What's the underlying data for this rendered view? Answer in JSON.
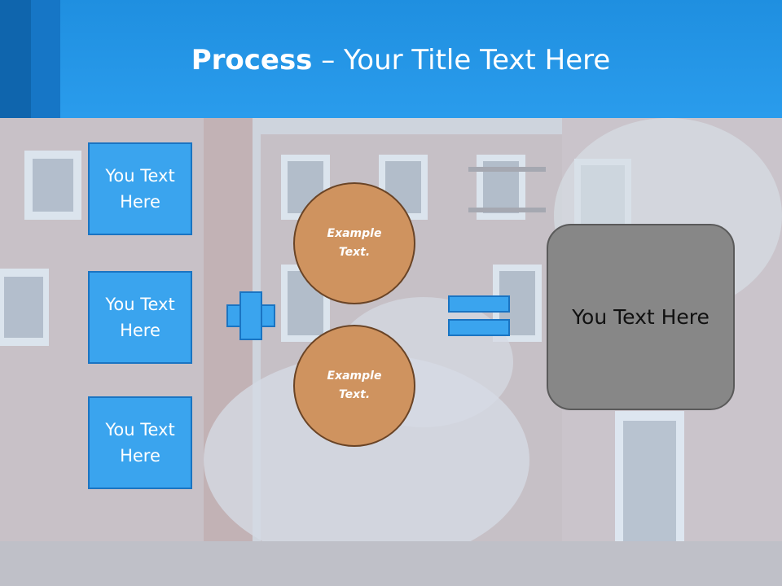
{
  "title": {
    "bold": "Process",
    "rest": " – Your Title Text Here"
  },
  "left_boxes": [
    {
      "text": "You Text Here"
    },
    {
      "text": "You Text Here"
    },
    {
      "text": "You Text Here"
    }
  ],
  "circles": [
    {
      "text": "Example Text."
    },
    {
      "text": "Example Text."
    }
  ],
  "result": {
    "text": "You Text Here"
  },
  "colors": {
    "header": "#2a9cec",
    "box_fill": "#3aa4ee",
    "box_border": "#1a74c2",
    "circle_fill": "#cf935f",
    "result_fill": "#878787"
  }
}
